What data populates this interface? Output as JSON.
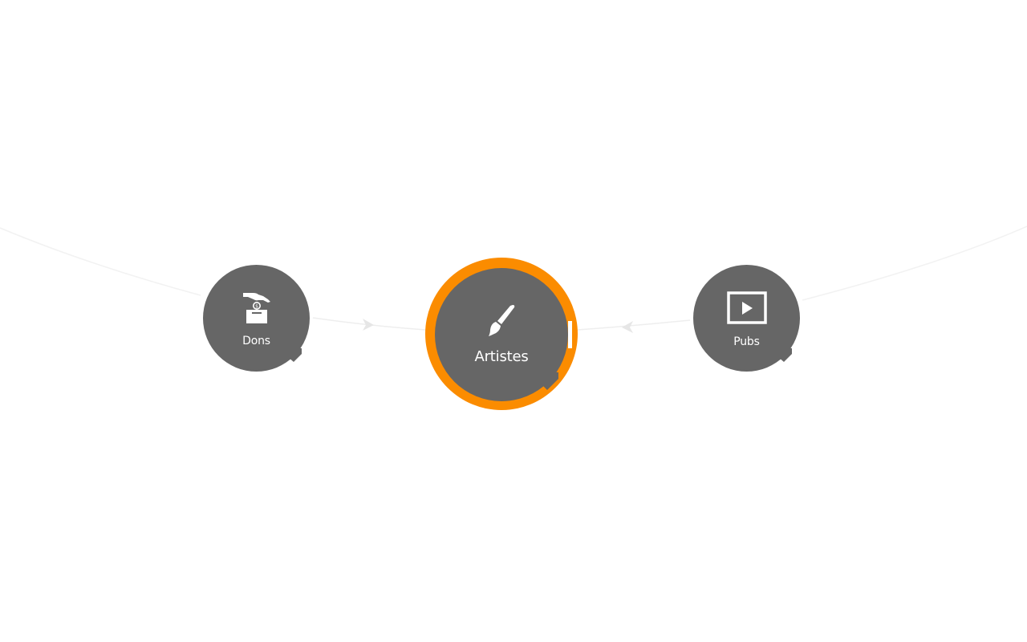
{
  "diagram": {
    "center": {
      "label": "Artistes",
      "icon": "paintbrush-icon"
    },
    "sources": [
      {
        "label": "Dons",
        "icon": "donation-box-icon"
      },
      {
        "label": "Pubs",
        "icon": "video-play-icon"
      }
    ]
  },
  "colors": {
    "node": "#666666",
    "center_ring": "#fb8c00",
    "connector": "#eeeeee",
    "background": "#ffffff"
  }
}
